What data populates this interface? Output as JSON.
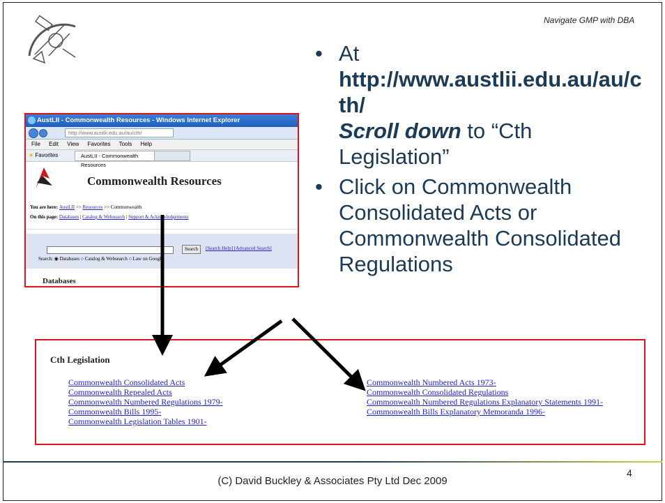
{
  "header": {
    "note": "Navigate GMP with DBA"
  },
  "bullets": {
    "b1_prefix": "At",
    "b1_url": "http://www.austlii.edu.au/au/cth/",
    "b1_scroll": "Scroll down",
    "b1_rest": " to “Cth Legislation”",
    "b2": "Click on Commonwealth Consolidated Acts or Commonwealth Consolidated Regulations"
  },
  "browser": {
    "window_title": "AustLII - Commonwealth Resources - Windows Internet Explorer",
    "address": "http://www.austlii.edu.au/au/cth/",
    "menu": [
      "File",
      "Edit",
      "View",
      "Favorites",
      "Tools",
      "Help"
    ],
    "favorites_label": "Favorites",
    "tab_label": "AustLII - Commonwealth Resources",
    "page_title": "Commonwealth Resources",
    "breadcrumb_prefix": "You are here: ",
    "breadcrumb_austlii": "AustLII",
    "breadcrumb_sep1": " >> ",
    "breadcrumb_resources": "Resources",
    "breadcrumb_sep2": " >> Commonwealth",
    "on_page_prefix": "On this page: ",
    "on_page_databases": "Databases",
    "on_page_catalog": "Catalog & Websearch",
    "on_page_support": "Support & Acknowledgements",
    "search_button": "Search",
    "search_help": "[Search Help]",
    "advanced_search": "[Advanced Search]",
    "search_options": "Search: ◉ Databases ○ Catalog & Websearch ○ Law on Google",
    "databases_heading": "Databases"
  },
  "cth": {
    "title": "Cth Legislation",
    "left": [
      "Commonwealth Consolidated Acts",
      "Commonwealth Repealed Acts",
      "Commonwealth Numbered Regulations 1979-",
      "Commonwealth Bills 1995-",
      "Commonwealth Legislation Tables 1901-"
    ],
    "right": [
      "Commonwealth Numbered Acts 1973-",
      "Commonwealth Consolidated Regulations",
      "Commonwealth Numbered Regulations Explanatory Statements 1991-",
      "Commonwealth Bills Explanatory Memoranda 1996-"
    ]
  },
  "footer": {
    "text": "(C) David Buckley & Associates Pty Ltd Dec 2009",
    "page_number": "4"
  },
  "colors": {
    "accent_red": "#e0121a",
    "text_blue": "#1b3a57",
    "link_blue": "#2222cc"
  }
}
